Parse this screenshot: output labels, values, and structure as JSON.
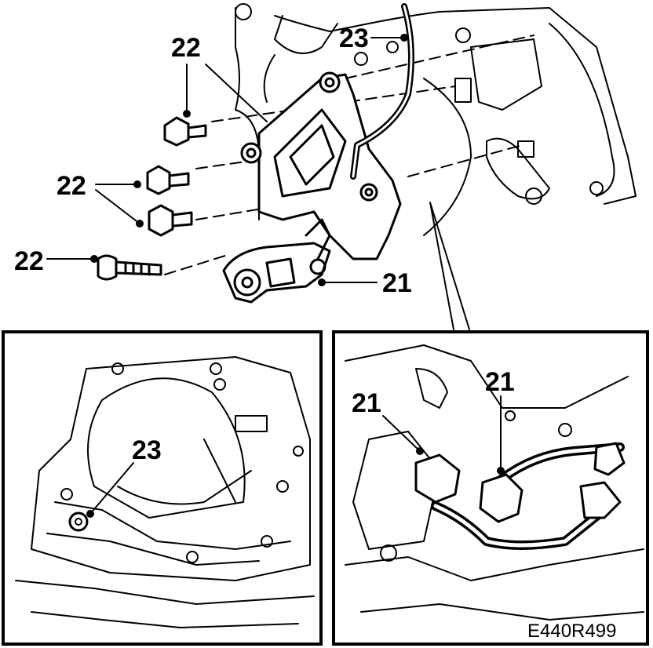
{
  "callouts": {
    "c22_top": "22",
    "c22_mid": "22",
    "c22_low": "22",
    "c23_top": "23",
    "c21_main": "21",
    "c23_inset": "23",
    "c21_inset_left": "21",
    "c21_inset_right": "21"
  },
  "figure_code": "E440R499",
  "colors": {
    "ink": "#000000",
    "paper": "#ffffff"
  }
}
